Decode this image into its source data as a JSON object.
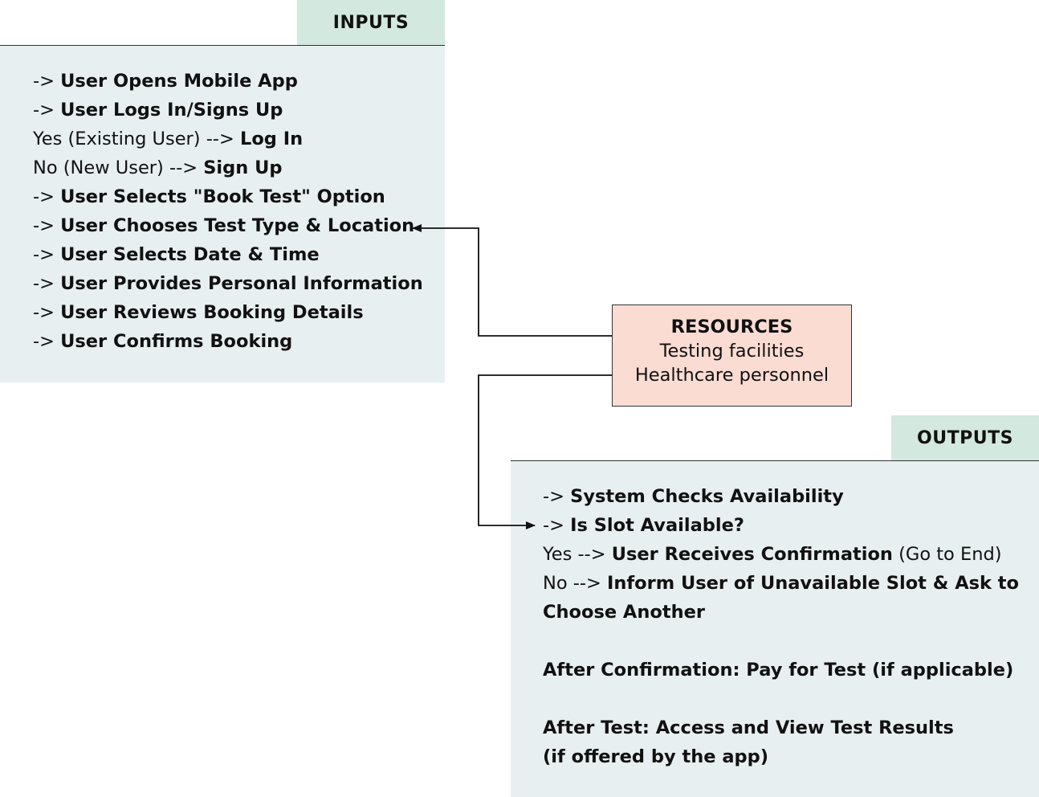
{
  "inputs": {
    "title": "INPUTS",
    "lines": [
      {
        "prefix": "-> ",
        "bold": "User Opens Mobile App",
        "suffix": ""
      },
      {
        "prefix": "-> ",
        "bold": "User Logs In/Signs Up",
        "suffix": ""
      },
      {
        "prefix": "Yes (Existing User) --> ",
        "bold": "Log In",
        "suffix": ""
      },
      {
        "prefix": "No (New User) --> ",
        "bold": "Sign Up",
        "suffix": ""
      },
      {
        "prefix": "-> ",
        "bold": "User Selects \"Book Test\" Option",
        "suffix": ""
      },
      {
        "prefix": "-> ",
        "bold": "User Chooses Test Type & Location",
        "suffix": ""
      },
      {
        "prefix": "-> ",
        "bold": "User Selects Date & Time",
        "suffix": ""
      },
      {
        "prefix": "-> ",
        "bold": "User Provides Personal Information",
        "suffix": ""
      },
      {
        "prefix": "-> ",
        "bold": "User Reviews Booking Details",
        "suffix": ""
      },
      {
        "prefix": "-> ",
        "bold": "User Confirms Booking",
        "suffix": ""
      }
    ]
  },
  "resources": {
    "title": "RESOURCES",
    "items": [
      "Testing facilities",
      "Healthcare personnel"
    ]
  },
  "outputs": {
    "title": "OUTPUTS",
    "lines": [
      {
        "prefix": "-> ",
        "bold": "System Checks Availability",
        "suffix": ""
      },
      {
        "prefix": "-> ",
        "bold": "Is Slot Available?",
        "suffix": ""
      },
      {
        "prefix": "Yes --> ",
        "bold": "User Receives Confirmation",
        "suffix": " (Go to End)"
      },
      {
        "prefix": "No --> ",
        "bold": "Inform User of Unavailable Slot & Ask to",
        "suffix": ""
      },
      {
        "prefix": "",
        "bold": "Choose Another",
        "suffix": ""
      },
      {
        "prefix": "",
        "bold": "",
        "suffix": ""
      },
      {
        "prefix": "",
        "bold": "After Confirmation: Pay for Test (if applicable)",
        "suffix": ""
      },
      {
        "prefix": "",
        "bold": "",
        "suffix": ""
      },
      {
        "prefix": "",
        "bold": "After Test: Access and View Test Results",
        "suffix": ""
      },
      {
        "prefix": "",
        "bold": "(if offered by the app)",
        "suffix": ""
      }
    ]
  }
}
